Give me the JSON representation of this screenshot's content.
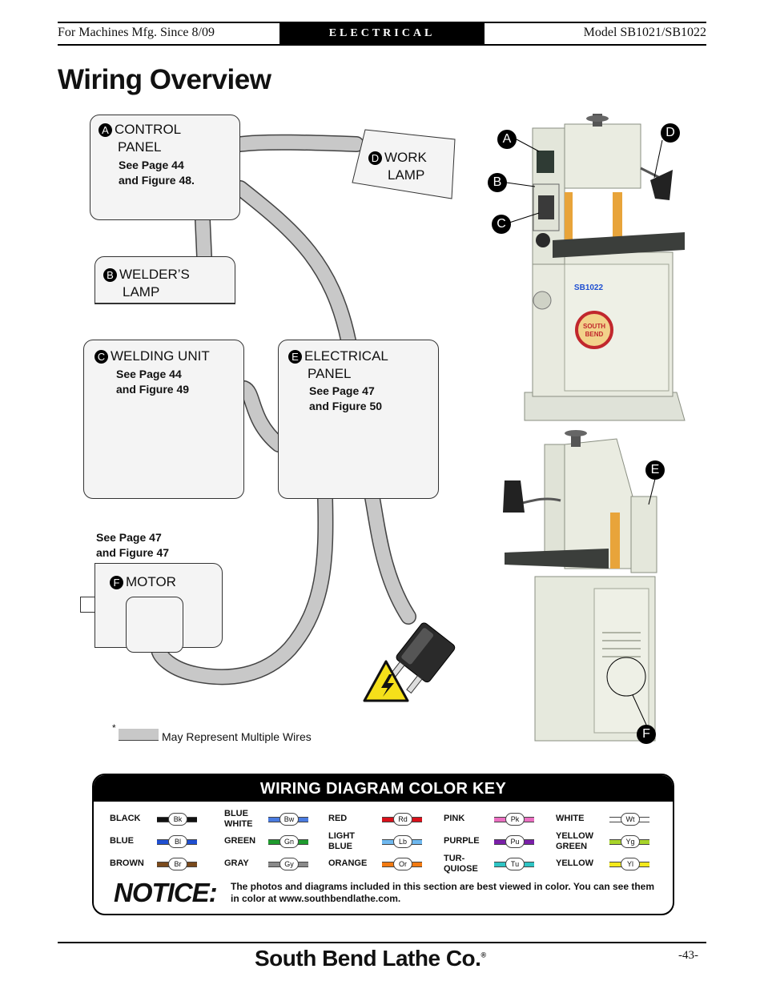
{
  "header": {
    "left": "For Machines Mfg. Since 8/09",
    "center": "ELECTRICAL",
    "right": "Model SB1021/SB1022"
  },
  "title": "Wiring Overview",
  "diagram": {
    "control_panel": {
      "letter": "A",
      "label1": "CONTROL",
      "label2": "PANEL",
      "ref1": "See Page 44",
      "ref2": "and Figure 48."
    },
    "work_lamp": {
      "letter": "D",
      "label1": "WORK",
      "label2": "LAMP"
    },
    "welders_lamp": {
      "letter": "B",
      "label1": "WELDER’S",
      "label2": "LAMP"
    },
    "welding_unit": {
      "letter": "C",
      "label1": "WELDING UNIT",
      "ref1": "See Page 44",
      "ref2": "and Figure 49"
    },
    "electrical_panel": {
      "letter": "E",
      "label1": "ELECTRICAL",
      "label2": "PANEL",
      "ref1": "See Page 47",
      "ref2": "and Figure 50"
    },
    "motor": {
      "letter": "F",
      "label": "MOTOR",
      "ref1": "See Page 47",
      "ref2": "and Figure 47"
    },
    "legend_asterisk": "*",
    "legend_text": "May Represent Multiple Wires",
    "wire_color": "#c8c8c8"
  },
  "photo_callouts": [
    "A",
    "B",
    "C",
    "D",
    "E",
    "F"
  ],
  "photo_text": {
    "model": "SB1022",
    "logo_line1": "SOUTH",
    "logo_line2": "BEND"
  },
  "color_key": {
    "title": "WIRING DIAGRAM COLOR KEY",
    "columns": [
      [
        {
          "name": "BLACK",
          "abbr": "Bk",
          "color": "#111111"
        },
        {
          "name": "BLUE",
          "abbr": "Bl",
          "color": "#1f4fd1"
        },
        {
          "name": "BROWN",
          "abbr": "Br",
          "color": "#7a4a1c"
        }
      ],
      [
        {
          "name": "BLUE WHITE",
          "abbr": "Bw",
          "color": "#4a7be0"
        },
        {
          "name": "GREEN",
          "abbr": "Gn",
          "color": "#1f9b2e"
        },
        {
          "name": "GRAY",
          "abbr": "Gy",
          "color": "#8a8a8a"
        }
      ],
      [
        {
          "name": "RED",
          "abbr": "Rd",
          "color": "#d8101a"
        },
        {
          "name": "LIGHT BLUE",
          "abbr": "Lb",
          "color": "#6fb8ef"
        },
        {
          "name": "ORANGE",
          "abbr": "Or",
          "color": "#f27a12"
        }
      ],
      [
        {
          "name": "PINK",
          "abbr": "Pk",
          "color": "#ea6fc1"
        },
        {
          "name": "PURPLE",
          "abbr": "Pu",
          "color": "#7a1fa8"
        },
        {
          "name": "TUR- QUIOSE",
          "abbr": "Tu",
          "color": "#2ec4c4"
        }
      ],
      [
        {
          "name": "WHITE",
          "abbr": "Wt",
          "color": "#ffffff"
        },
        {
          "name": "YELLOW GREEN",
          "abbr": "Yg",
          "color": "#a8d42a"
        },
        {
          "name": "YELLOW",
          "abbr": "Yl",
          "color": "#f3e81c"
        }
      ]
    ],
    "notice_title": "NOTICE:",
    "notice_text": "The photos and diagrams included in this section are best viewed in color. You can see them in color at www.southbendlathe.com."
  },
  "footer": {
    "brand": "South Bend Lathe Co.",
    "registered": "®",
    "page": "-43-"
  }
}
